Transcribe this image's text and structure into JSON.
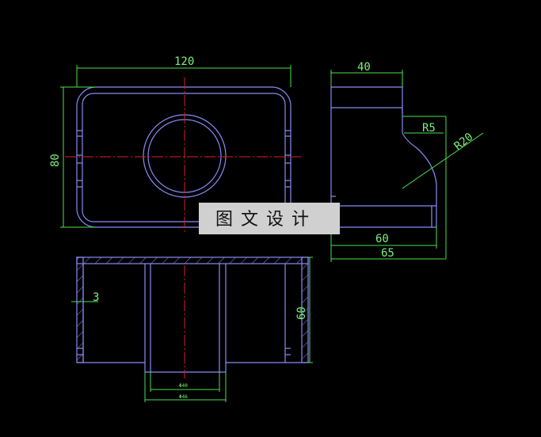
{
  "colors": {
    "background": "#000000",
    "outline": "#8a8af5",
    "dimension": "#4ce04c",
    "centerline": "#e02020",
    "hatch": "#8a8af5"
  },
  "dimensions": {
    "top_width": "120",
    "top_height": "80",
    "side_width": "40",
    "radius_small": "R5",
    "radius_large": "R20",
    "side_base_inner": "60",
    "side_base_outer": "65",
    "front_wall": "3",
    "front_height": "60",
    "bore_inner": "Φ40",
    "bore_outer": "Φ46"
  },
  "watermark": "图文设计"
}
